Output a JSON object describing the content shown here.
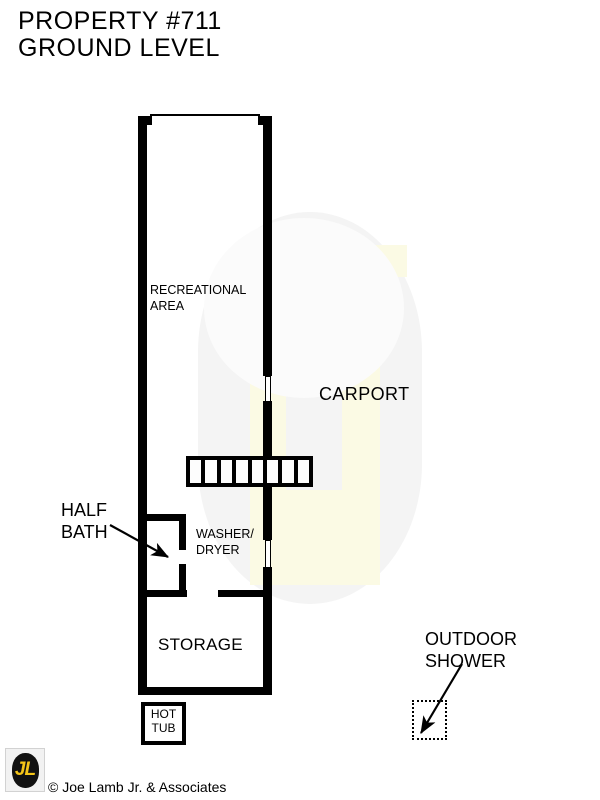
{
  "title": {
    "line1": "PROPERTY #711",
    "line2": "GROUND LEVEL"
  },
  "rooms": [
    {
      "id": "recreational-area",
      "label": "RECREATIONAL\nAREA"
    },
    {
      "id": "carport",
      "label": "CARPORT"
    },
    {
      "id": "washer-dryer",
      "label": "WASHER/\nDRYER"
    },
    {
      "id": "storage",
      "label": "STORAGE"
    }
  ],
  "room_labels": {
    "recreational_area": "RECREATIONAL\nAREA",
    "carport": "CARPORT",
    "washer_dryer": "WASHER/\nDRYER",
    "storage": "STORAGE"
  },
  "callouts": {
    "half_bath": "HALF\nBATH",
    "outdoor_shower": "OUTDOOR\nSHOWER"
  },
  "fixtures": {
    "hot_tub": "HOT\nTUB"
  },
  "stairs": {
    "tread_count": 8
  },
  "footer": {
    "logo_text": "JL",
    "copyright": "© Joe Lamb Jr. & Associates"
  },
  "colors": {
    "wall": "#000000",
    "background": "#ffffff",
    "watermark_oval": "#f4f4f4",
    "watermark_letters": "#fbfae4",
    "logo_yellow": "#f5c518",
    "logo_dark": "#111111"
  }
}
